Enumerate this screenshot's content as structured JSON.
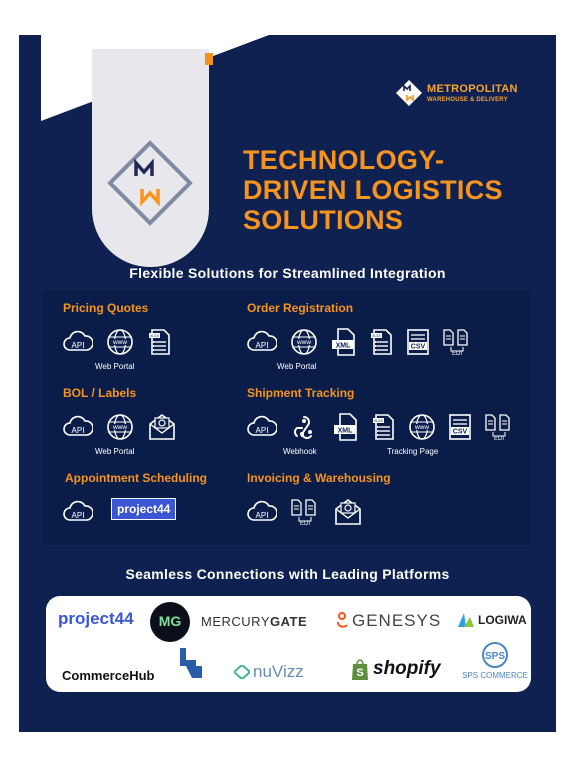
{
  "brand": {
    "name": "METROPOLITAN",
    "tagline": "WAREHOUSE & DELIVERY",
    "logo_letters": "MW"
  },
  "headline": [
    "TECHNOLOGY-",
    "DRIVEN LOGISTICS",
    "SOLUTIONS"
  ],
  "subheading_integration": "Flexible Solutions for Streamlined Integration",
  "sections": {
    "pricing": {
      "title": "Pricing Quotes",
      "caption": "Web Portal"
    },
    "order": {
      "title": "Order Registration",
      "caption": "Web Portal"
    },
    "bol": {
      "title": "BOL / Labels",
      "caption": "Web Portal"
    },
    "tracking": {
      "title": "Shipment Tracking",
      "caption_webhook": "Webhook",
      "caption_page": "Tracking Page"
    },
    "appointment": {
      "title": "Appointment Scheduling",
      "project44": "project44"
    },
    "invoicing": {
      "title": "Invoicing & Warehousing"
    }
  },
  "icon_text": {
    "api": "API",
    "www": "www",
    "xml": "XML",
    "csv": "CSV",
    "edi": "EDI",
    "xlsx": "XLSX"
  },
  "subheading_platforms": "Seamless Connections with Leading Platforms",
  "platforms": {
    "project44": "project44",
    "mg": "MG",
    "mercury_a": "MERCURY",
    "mercury_b": "GATE",
    "genesys": "GENESYS",
    "logiwa": "LOGIWA",
    "commercehub": "CommerceHub",
    "nuvizz": "nuVizz",
    "shopify": "shopify",
    "sps": "SPS COMMERCE"
  },
  "colors": {
    "navy": "#0e2150",
    "orange": "#f7941d",
    "white": "#ffffff"
  }
}
